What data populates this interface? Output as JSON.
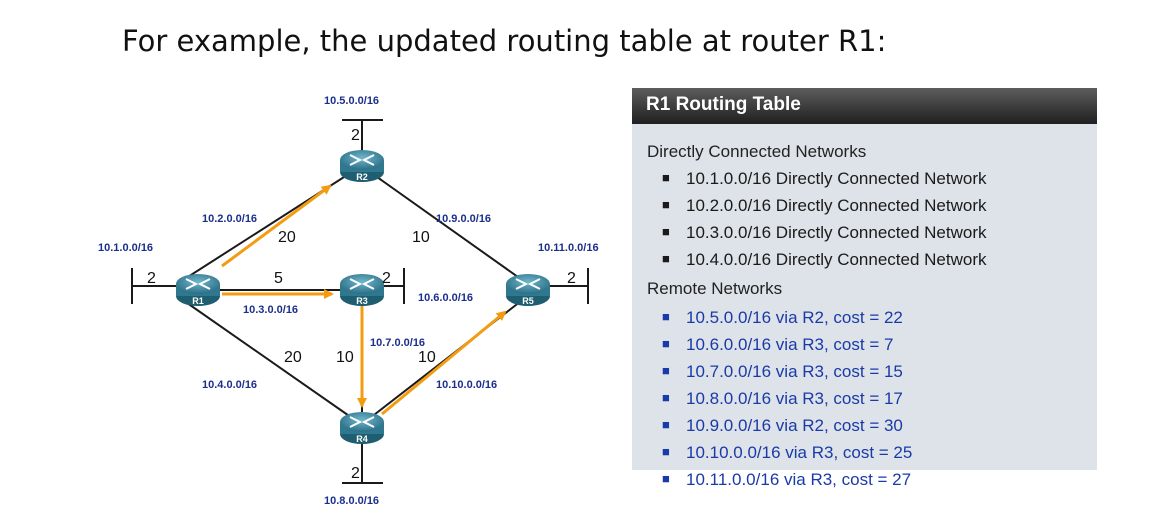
{
  "heading": "For example, the updated routing table at router R1:",
  "diagram": {
    "routers": [
      {
        "id": "R1",
        "label": "R1"
      },
      {
        "id": "R2",
        "label": "R2"
      },
      {
        "id": "R3",
        "label": "R3"
      },
      {
        "id": "R4",
        "label": "R4"
      },
      {
        "id": "R5",
        "label": "R5"
      }
    ],
    "networks": {
      "n1": "10.1.0.0/16",
      "n2": "10.2.0.0/16",
      "n3": "10.3.0.0/16",
      "n4": "10.4.0.0/16",
      "n5": "10.5.0.0/16",
      "n6": "10.6.0.0/16",
      "n7": "10.7.0.0/16",
      "n8": "10.8.0.0/16",
      "n9": "10.9.0.0/16",
      "n10": "10.10.0.0/16",
      "n11": "10.11.0.0/16"
    },
    "costs": {
      "r1_stub": "2",
      "r2_stub": "2",
      "r3_stub": "2",
      "r4_stub": "2",
      "r5_stub": "2",
      "r1_r2": "20",
      "r1_r3": "5",
      "r1_r4": "20",
      "r2_r5": "10",
      "r3_r4": "10",
      "r4_r5": "10"
    },
    "colors": {
      "link": "#1a1a1a",
      "path_arrow": "#f39c12",
      "router": "#3c8ba3",
      "label": "#1d2f8c"
    }
  },
  "routing_table": {
    "title": "R1 Routing Table",
    "direct_heading": "Directly Connected Networks",
    "direct": [
      "10.1.0.0/16 Directly Connected Network",
      "10.2.0.0/16 Directly Connected Network",
      "10.3.0.0/16 Directly Connected Network",
      "10.4.0.0/16 Directly Connected Network"
    ],
    "remote_heading": "Remote Networks",
    "remote": [
      "10.5.0.0/16 via R2, cost = 22",
      "10.6.0.0/16 via R3, cost = 7",
      "10.7.0.0/16 via R3, cost = 15",
      "10.8.0.0/16 via R3, cost = 17",
      "10.9.0.0/16 via R2, cost = 30",
      "10.10.0.0/16 via R3, cost = 25",
      "10.11.0.0/16 via R3, cost = 27"
    ]
  }
}
